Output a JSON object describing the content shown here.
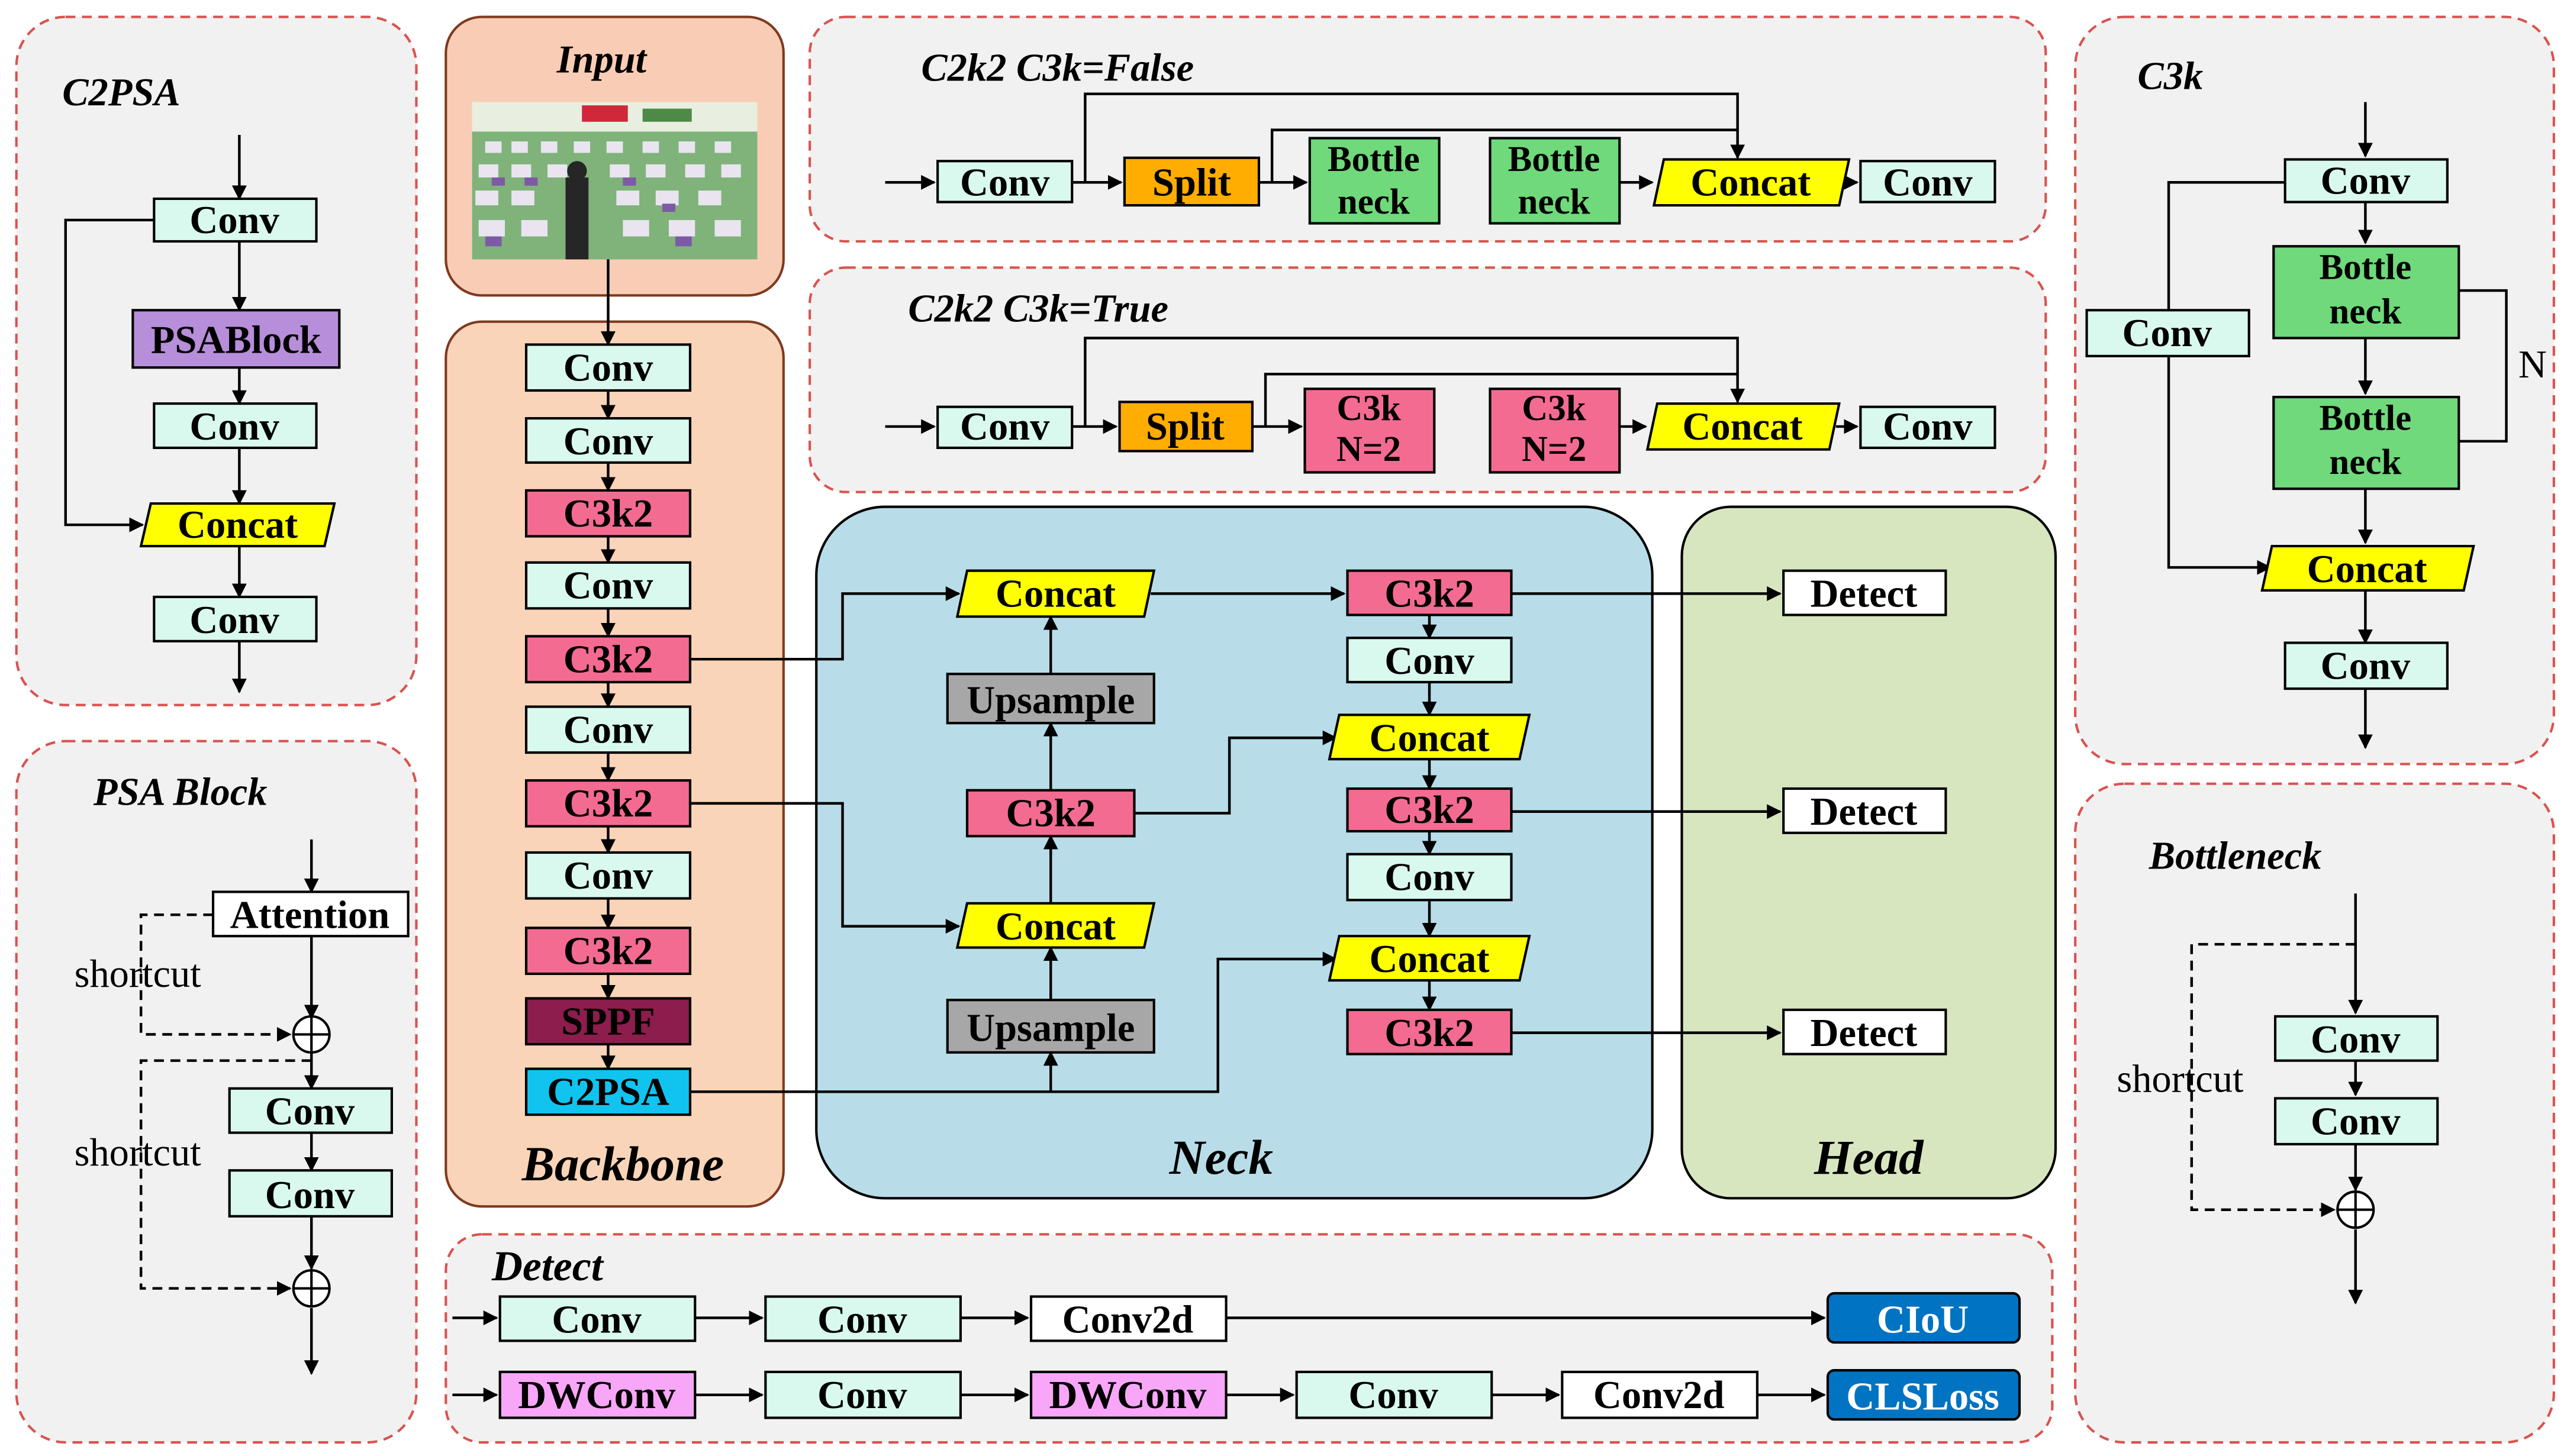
{
  "panels": {
    "c2psa": {
      "title": "C2PSA"
    },
    "psa_block": {
      "title": "PSA Block"
    },
    "input": {
      "title": "Input"
    },
    "backbone": {
      "title": "Backbone"
    },
    "neck": {
      "title": "Neck"
    },
    "head": {
      "title": "Head"
    },
    "c2k2_false": {
      "title": "C2k2 C3k=False"
    },
    "c2k2_true": {
      "title": "C2k2 C3k=True"
    },
    "c3k": {
      "title": "C3k"
    },
    "bottleneck": {
      "title": "Bottleneck"
    },
    "detect": {
      "title": "Detect"
    }
  },
  "labels": {
    "conv": "Conv",
    "psablock": "PSABlock",
    "concat": "Concat",
    "attention": "Attention",
    "shortcut": "shortcut",
    "c3k2": "C3k2",
    "sppf": "SPPF",
    "c2psa": "C2PSA",
    "split": "Split",
    "bottle": "Bottle",
    "neck_word": "neck",
    "c3k": "C3k",
    "n2": "N=2",
    "upsample": "Upsample",
    "detect": "Detect",
    "conv2d": "Conv2d",
    "dwconv": "DWConv",
    "ciou": "CIoU",
    "clsloss": "CLSLoss",
    "n": "N"
  },
  "colors": {
    "conv": "#d9f9ef",
    "c3k2": "#f46b92",
    "sppf": "#8c1d4c",
    "c2psa_block": "#10c4ef",
    "psablock": "#b78ed9",
    "concat": "#ffff00",
    "split": "#ffad00",
    "bottleneck": "#6fd97b",
    "c3k": "#f46b92",
    "upsample": "#a7a7a7",
    "dwconv": "#f8a6f8",
    "loss": "#0073c2",
    "input_panel": "#f9cdb5",
    "backbone_panel": "#f9d4b8",
    "neck_panel": "#b8dde8",
    "head_panel": "#d8e6c0",
    "panel_bg": "#f1f1f1",
    "dash": "#d9534f"
  }
}
